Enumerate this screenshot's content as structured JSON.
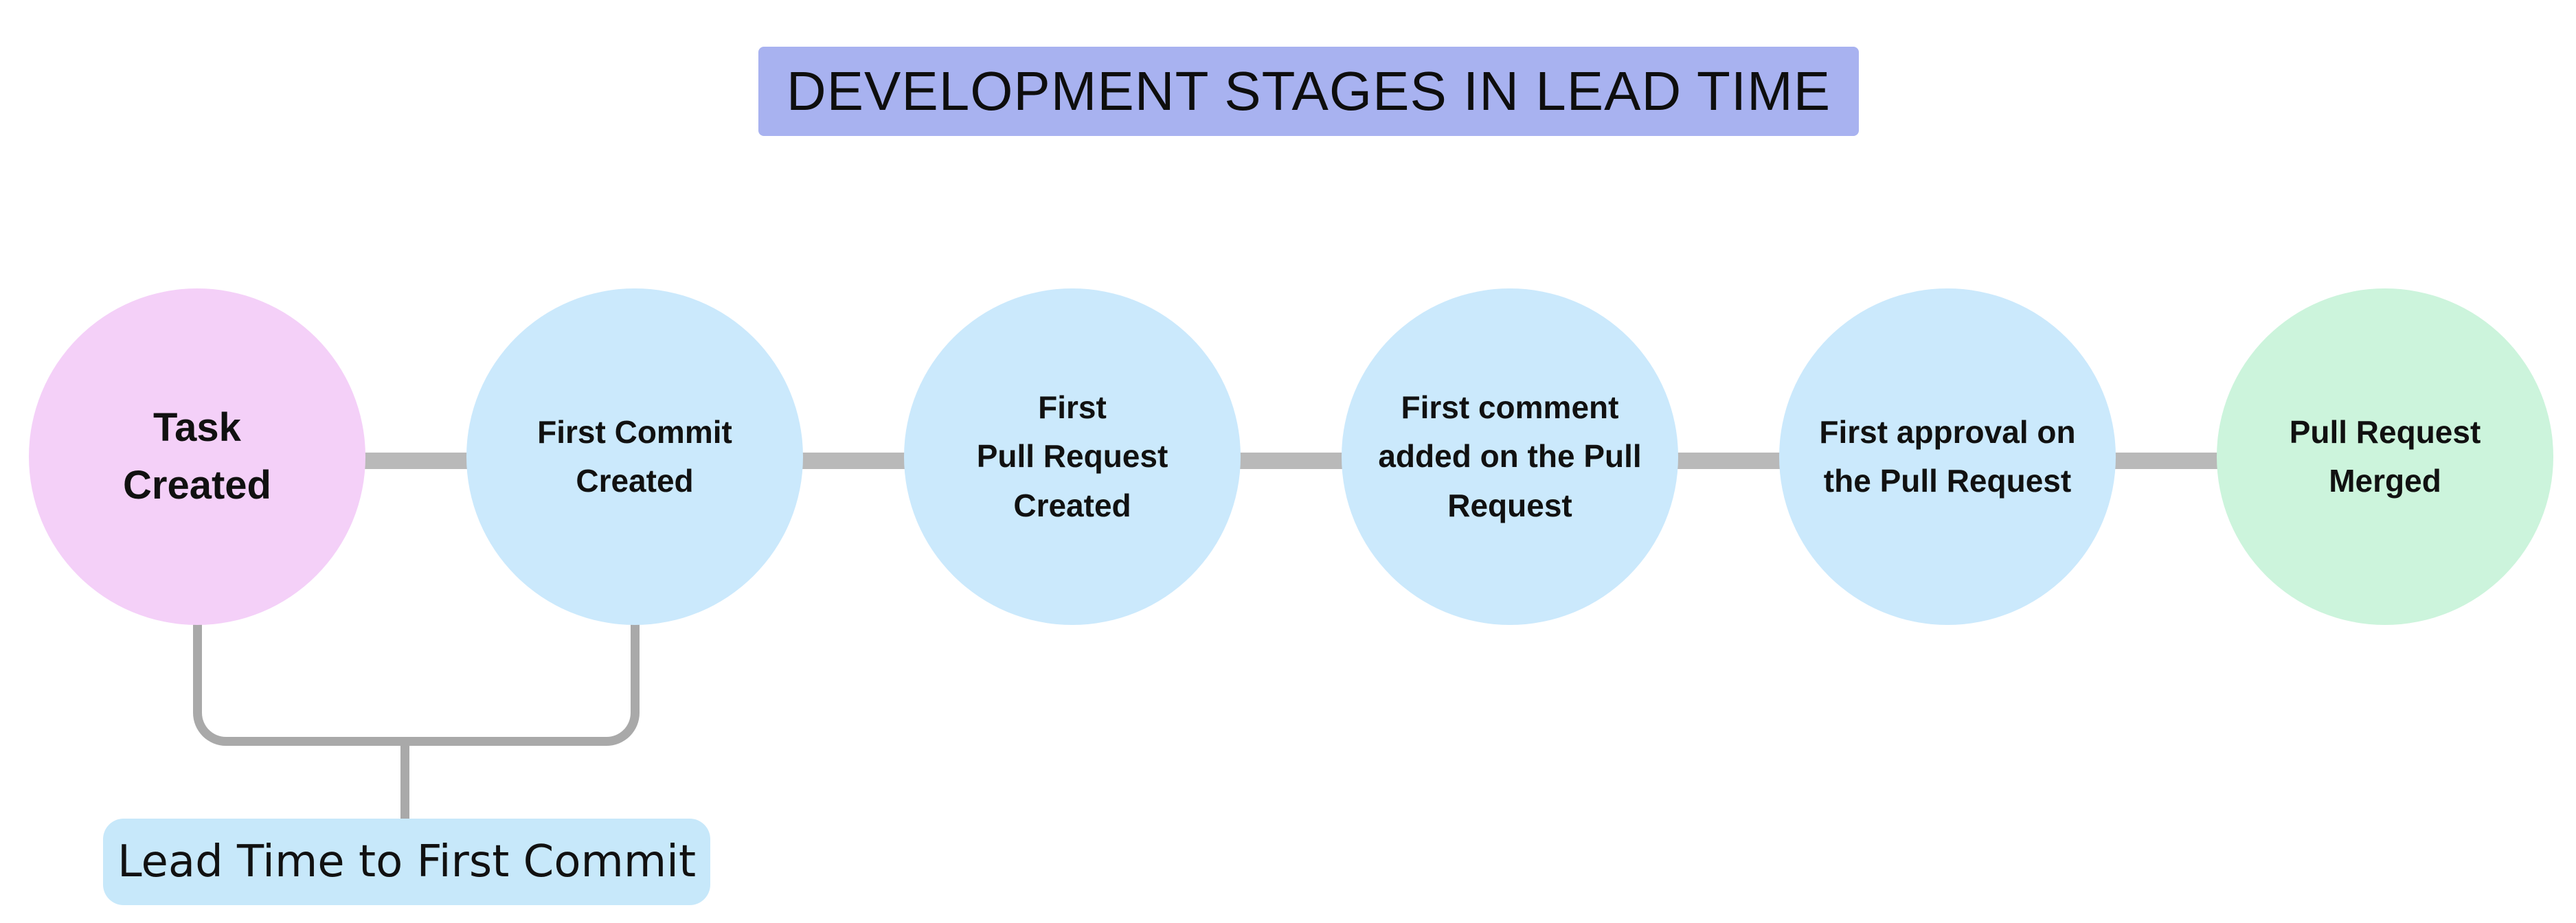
{
  "title": {
    "text": "DEVELOPMENT STAGES IN LEAD TIME"
  },
  "stages": [
    {
      "name": "task-created",
      "lines": [
        "Task",
        "Created"
      ],
      "color": "#f4d0f8"
    },
    {
      "name": "first-commit-created",
      "lines": [
        "First Commit",
        "Created"
      ],
      "color": "#cbe9fc"
    },
    {
      "name": "first-pr-created",
      "lines": [
        "First",
        "Pull Request",
        "Created"
      ],
      "color": "#cbe9fc"
    },
    {
      "name": "first-comment-added",
      "lines": [
        "First comment",
        "added on the Pull",
        "Request"
      ],
      "color": "#cbe9fc"
    },
    {
      "name": "first-approval",
      "lines": [
        "First approval on",
        "the Pull Request"
      ],
      "color": "#cbe9fc"
    },
    {
      "name": "pull-request-merged",
      "lines": [
        "Pull Request",
        "Merged"
      ],
      "color": "#ccf4dc"
    }
  ],
  "annotation": {
    "label": "Lead Time to First Commit"
  },
  "colors": {
    "title_bg": "#a8b2f0",
    "annotation_bg": "#c7e8fa",
    "connector": "#b9b9b9",
    "bracket": "#a9a9a9",
    "text": "#111111",
    "stage_start": "#f4d0f8",
    "stage_middle": "#cbe9fc",
    "stage_end": "#ccf4dc"
  }
}
